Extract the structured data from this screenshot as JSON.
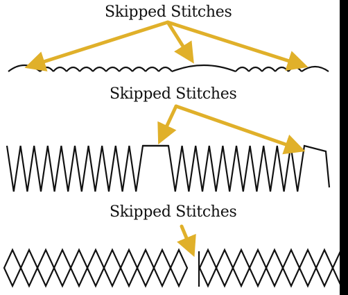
{
  "colors": {
    "background": "#ffffff",
    "frame": "#000000",
    "stitch": "#111111",
    "arrow": "#e0b02a"
  },
  "labels": {
    "top": "Skipped Stitches",
    "middle": "Skipped Stitches",
    "bottom": "Skipped Stitches"
  }
}
